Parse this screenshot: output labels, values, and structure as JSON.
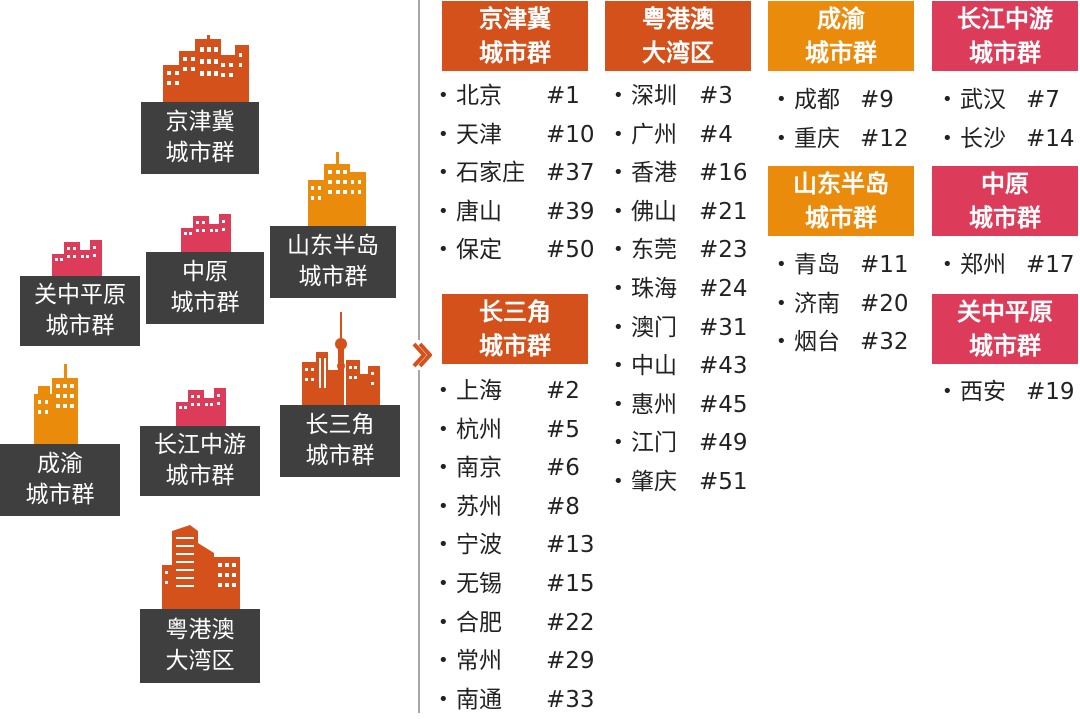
{
  "colors": {
    "red": "#d5511c",
    "orange": "#eb8b0c",
    "pink": "#dc3c5a",
    "dark_label": "#3f3f3f",
    "divider": "#a6a6a6"
  },
  "left_map": {
    "jingjinji": {
      "line1": "京津冀",
      "line2": "城市群",
      "icon": "building-cluster-icon"
    },
    "guanzhong": {
      "line1": "关中平原",
      "line2": "城市群",
      "icon": "building-cluster-icon"
    },
    "zhongyuan": {
      "line1": "中原",
      "line2": "城市群",
      "icon": "building-cluster-icon"
    },
    "shandong": {
      "line1": "山东半岛",
      "line2": "城市群",
      "icon": "building-cluster-icon"
    },
    "chengyu": {
      "line1": "成渝",
      "line2": "城市群",
      "icon": "building-cluster-icon"
    },
    "changjiang": {
      "line1": "长江中游",
      "line2": "城市群",
      "icon": "building-cluster-icon"
    },
    "changsanjiao": {
      "line1": "长三角",
      "line2": "城市群",
      "icon": "skyline-tower-icon"
    },
    "yuegangao": {
      "line1": "粤港澳",
      "line2": "大湾区",
      "icon": "skyscraper-icon"
    }
  },
  "bullet": "•",
  "groups": {
    "jingjinji": {
      "line1": "京津冀",
      "line2": "城市群",
      "cities": [
        {
          "name": "北京",
          "rank": "#1"
        },
        {
          "name": "天津",
          "rank": "#10"
        },
        {
          "name": "石家庄",
          "rank": "#37"
        },
        {
          "name": "唐山",
          "rank": "#39"
        },
        {
          "name": "保定",
          "rank": "#50"
        }
      ]
    },
    "changsanjiao": {
      "line1": "长三角",
      "line2": "城市群",
      "cities": [
        {
          "name": "上海",
          "rank": "#2"
        },
        {
          "name": "杭州",
          "rank": "#5"
        },
        {
          "name": "南京",
          "rank": "#6"
        },
        {
          "name": "苏州",
          "rank": "#8"
        },
        {
          "name": "宁波",
          "rank": "#13"
        },
        {
          "name": "无锡",
          "rank": "#15"
        },
        {
          "name": "合肥",
          "rank": "#22"
        },
        {
          "name": "常州",
          "rank": "#29"
        },
        {
          "name": "南通",
          "rank": "#33"
        }
      ]
    },
    "yuegangao": {
      "line1": "粤港澳",
      "line2": "大湾区",
      "cities": [
        {
          "name": "深圳",
          "rank": "#3"
        },
        {
          "name": "广州",
          "rank": "#4"
        },
        {
          "name": "香港",
          "rank": "#16"
        },
        {
          "name": "佛山",
          "rank": "#21"
        },
        {
          "name": "东莞",
          "rank": "#23"
        },
        {
          "name": "珠海",
          "rank": "#24"
        },
        {
          "name": "澳门",
          "rank": "#31"
        },
        {
          "name": "中山",
          "rank": "#43"
        },
        {
          "name": "惠州",
          "rank": "#45"
        },
        {
          "name": "江门",
          "rank": "#49"
        },
        {
          "name": "肇庆",
          "rank": "#51"
        }
      ]
    },
    "chengyu": {
      "line1": "成渝",
      "line2": "城市群",
      "cities": [
        {
          "name": "成都",
          "rank": "#9"
        },
        {
          "name": "重庆",
          "rank": "#12"
        }
      ]
    },
    "shandong": {
      "line1": "山东半岛",
      "line2": "城市群",
      "cities": [
        {
          "name": "青岛",
          "rank": "#11"
        },
        {
          "name": "济南",
          "rank": "#20"
        },
        {
          "name": "烟台",
          "rank": "#32"
        }
      ]
    },
    "changjiang": {
      "line1": "长江中游",
      "line2": "城市群",
      "cities": [
        {
          "name": "武汉",
          "rank": "#7"
        },
        {
          "name": "长沙",
          "rank": "#14"
        }
      ]
    },
    "zhongyuan": {
      "line1": "中原",
      "line2": "城市群",
      "cities": [
        {
          "name": "郑州",
          "rank": "#17"
        }
      ]
    },
    "guanzhong": {
      "line1": "关中平原",
      "line2": "城市群",
      "cities": [
        {
          "name": "西安",
          "rank": "#19"
        }
      ]
    }
  }
}
